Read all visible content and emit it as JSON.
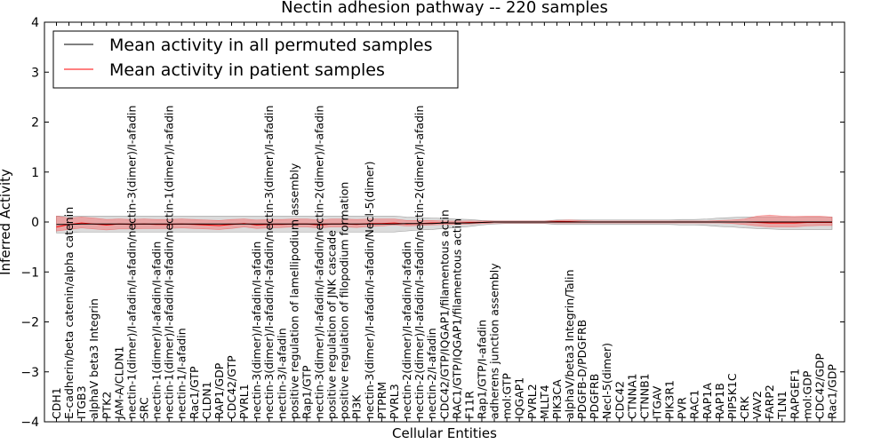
{
  "chart_data": {
    "type": "line",
    "title": "Nectin adhesion pathway -- 220 samples",
    "xlabel": "Cellular Entities",
    "ylabel": "Inferred Activity",
    "ylim": [
      -4,
      4
    ],
    "yticks": [
      -4,
      -3,
      -2,
      -1,
      0,
      1,
      2,
      3,
      4
    ],
    "ytick_labels": [
      "−4",
      "−3",
      "−2",
      "−1",
      "0",
      "1",
      "2",
      "3",
      "4"
    ],
    "grid": false,
    "legend_position": "top-left",
    "categories": [
      "CDH1",
      "E-cadherin/beta catenin/alpha catenin",
      "ITGB3",
      "alphaV beta3 Integrin",
      "PTK2",
      "JAM-A/CLDN1",
      "nectin-1(dimer)/I-afadin/I-afadin/nectin-3(dimer)/I-afadin",
      "SRC",
      "nectin-1(dimer)/I-afadin/I-afadin",
      "nectin-1(dimer)/I-afadin/I-afadin/nectin-1(dimer)/I-afadin",
      "nectin-1/I-afadin",
      "Rac1/GTP",
      "CLDN1",
      "RAP1/GDP",
      "CDC42/GTP",
      "PVRL1",
      "nectin-3(dimer)/I-afadin/I-afadin",
      "nectin-3(dimer)/I-afadin/I-afadin/nectin-3(dimer)/I-afadin",
      "nectin-3/I-afadin",
      "positive regulation of lamellipodium assembly",
      "Rap1/GTP",
      "nectin-3(dimer)/I-afadin/I-afadin/nectin-2(dimer)/I-afadin",
      "positive regulation of JNK cascade",
      "positive regulation of filopodium formation",
      "PI3K",
      "nectin-3(dimer)/I-afadin/I-afadin/Necl-5(dimer)",
      "PTPRM",
      "PVRL3",
      "nectin-2(dimer)/I-afadin/I-afadin",
      "nectin-2(dimer)/I-afadin/I-afadin/nectin-2(dimer)/I-afadin",
      "nectin-2/I-afadin",
      "CDC42/GTP/IQGAP1/filamentous actin",
      "RAC1/GTP/IQGAP1/filamentous actin",
      "F11R",
      "Rap1/GTP/I-afadin",
      "adherens junction assembly",
      "mol:GTP",
      "IQGAP1",
      "PVRL2",
      "MLLT4",
      "PIK3CA",
      "alphaV/beta3 Integrin/Talin",
      "PDGFB-D/PDGFRB",
      "PDGFRB",
      "Necl-5(dimer)",
      "CDC42",
      "CTNNA1",
      "CTNNB1",
      "ITGAV",
      "PIK3R1",
      "PVR",
      "RAC1",
      "RAP1A",
      "RAP1B",
      "PIP5K1C",
      "CRK",
      "VAV2",
      "FARP2",
      "TLN1",
      "RAPGEF1",
      "mol:GDP",
      "CDC42/GDP",
      "Rac1/GDP"
    ],
    "series": [
      {
        "name": "Mean activity in all permuted samples",
        "color": "#000000",
        "band_color": "#b0b0b0",
        "values": [
          -0.05,
          -0.05,
          -0.04,
          -0.04,
          -0.04,
          -0.04,
          -0.04,
          -0.04,
          -0.04,
          -0.04,
          -0.04,
          -0.04,
          -0.04,
          -0.04,
          -0.04,
          -0.04,
          -0.04,
          -0.04,
          -0.04,
          -0.04,
          -0.04,
          -0.04,
          -0.04,
          -0.04,
          -0.04,
          -0.04,
          -0.04,
          -0.04,
          -0.03,
          -0.03,
          -0.03,
          -0.02,
          -0.02,
          -0.02,
          -0.01,
          0,
          0,
          0,
          0,
          0,
          0,
          0,
          0,
          0,
          0,
          0,
          0,
          0,
          0,
          0,
          0,
          0,
          0,
          0,
          0,
          0,
          0,
          0,
          0,
          0,
          0,
          0,
          0
        ],
        "lower": [
          -0.22,
          -0.22,
          -0.2,
          -0.2,
          -0.2,
          -0.2,
          -0.2,
          -0.2,
          -0.2,
          -0.2,
          -0.2,
          -0.2,
          -0.2,
          -0.2,
          -0.2,
          -0.2,
          -0.2,
          -0.2,
          -0.2,
          -0.2,
          -0.2,
          -0.2,
          -0.2,
          -0.2,
          -0.2,
          -0.2,
          -0.2,
          -0.2,
          -0.18,
          -0.16,
          -0.15,
          -0.13,
          -0.11,
          -0.09,
          -0.06,
          -0.04,
          -0.03,
          -0.03,
          -0.03,
          -0.03,
          -0.05,
          -0.05,
          -0.05,
          -0.05,
          -0.05,
          -0.05,
          -0.05,
          -0.05,
          -0.05,
          -0.05,
          -0.06,
          -0.06,
          -0.07,
          -0.09,
          -0.1,
          -0.12,
          -0.13,
          -0.14,
          -0.15,
          -0.15,
          -0.15,
          -0.15,
          -0.15
        ],
        "upper": [
          0.12,
          0.12,
          0.12,
          0.12,
          0.12,
          0.12,
          0.12,
          0.12,
          0.12,
          0.12,
          0.12,
          0.12,
          0.12,
          0.12,
          0.12,
          0.12,
          0.12,
          0.12,
          0.12,
          0.12,
          0.12,
          0.12,
          0.12,
          0.12,
          0.12,
          0.12,
          0.12,
          0.12,
          0.1,
          0.09,
          0.08,
          0.07,
          0.06,
          0.05,
          0.03,
          0.02,
          0.02,
          0.02,
          0.02,
          0.02,
          0.04,
          0.04,
          0.04,
          0.04,
          0.04,
          0.04,
          0.04,
          0.04,
          0.04,
          0.04,
          0.05,
          0.05,
          0.06,
          0.08,
          0.09,
          0.1,
          0.1,
          0.1,
          0.1,
          0.1,
          0.1,
          0.1,
          0.1
        ]
      },
      {
        "name": "Mean activity in patient samples",
        "color": "#ff0000",
        "band_color": "#f08080",
        "values": [
          -0.1,
          -0.05,
          -0.02,
          -0.04,
          -0.06,
          -0.04,
          -0.05,
          -0.04,
          -0.05,
          -0.05,
          -0.04,
          -0.05,
          -0.06,
          -0.07,
          -0.05,
          -0.03,
          -0.06,
          -0.05,
          -0.05,
          -0.04,
          -0.04,
          -0.06,
          -0.04,
          -0.04,
          -0.05,
          -0.03,
          -0.03,
          -0.02,
          -0.04,
          -0.03,
          -0.02,
          -0.02,
          -0.02,
          -0.01,
          -0.01,
          0,
          0,
          0,
          0,
          0,
          0.01,
          0.01,
          0,
          0,
          0,
          0,
          0,
          0,
          0,
          0,
          0,
          0,
          0,
          0,
          0,
          0,
          -0.01,
          -0.02,
          -0.02,
          -0.02,
          -0.01,
          -0.01,
          -0.01
        ],
        "lower": [
          -0.18,
          -0.15,
          -0.12,
          -0.14,
          -0.16,
          -0.14,
          -0.14,
          -0.13,
          -0.13,
          -0.13,
          -0.12,
          -0.13,
          -0.14,
          -0.15,
          -0.13,
          -0.1,
          -0.13,
          -0.12,
          -0.11,
          -0.1,
          -0.1,
          -0.12,
          -0.1,
          -0.1,
          -0.11,
          -0.09,
          -0.08,
          -0.06,
          -0.08,
          -0.07,
          -0.06,
          -0.05,
          -0.05,
          -0.04,
          -0.03,
          -0.02,
          -0.02,
          -0.02,
          -0.02,
          -0.02,
          -0.02,
          -0.02,
          -0.02,
          -0.02,
          -0.02,
          -0.02,
          -0.02,
          -0.02,
          -0.02,
          -0.02,
          -0.02,
          -0.02,
          -0.02,
          -0.02,
          -0.03,
          -0.05,
          -0.08,
          -0.1,
          -0.1,
          -0.1,
          -0.08,
          -0.07,
          -0.07
        ],
        "upper": [
          0.12,
          0.08,
          0.1,
          0.08,
          0.05,
          0.06,
          0.05,
          0.06,
          0.05,
          0.05,
          0.06,
          0.05,
          0.04,
          0.03,
          0.05,
          0.06,
          0.04,
          0.05,
          0.05,
          0.06,
          0.06,
          0.04,
          0.06,
          0.06,
          0.05,
          0.06,
          0.06,
          0.06,
          0.03,
          0.03,
          0.03,
          0.02,
          0.02,
          0.02,
          0.02,
          0.02,
          0.02,
          0.02,
          0.02,
          0.02,
          0.03,
          0.04,
          0.03,
          0.02,
          0.02,
          0.02,
          0.02,
          0.02,
          0.02,
          0.02,
          0.02,
          0.02,
          0.02,
          0.03,
          0.04,
          0.06,
          0.12,
          0.14,
          0.12,
          0.11,
          0.12,
          0.12,
          0.1
        ]
      }
    ]
  }
}
